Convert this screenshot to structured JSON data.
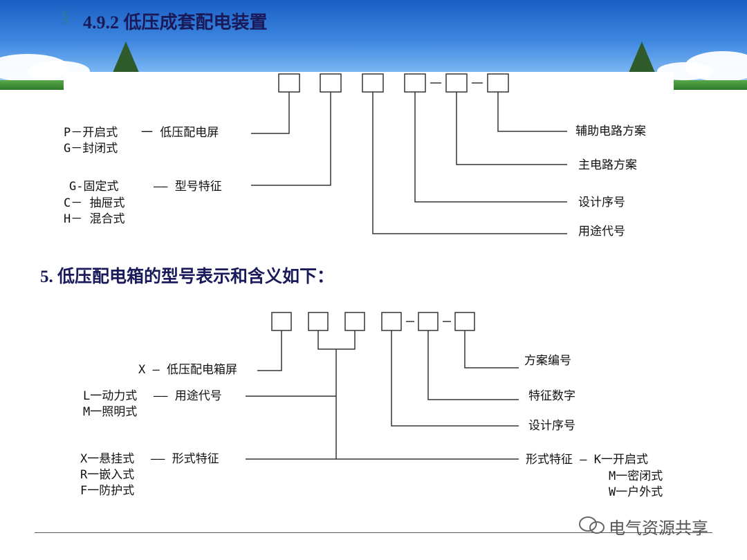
{
  "title": "4.9.2 低压成套配电装置",
  "bullet": "§",
  "diagram1": {
    "left_labels": {
      "type_p": "P－开启式",
      "dash1": "一 低压配电屏",
      "type_g": "G－封闭式",
      "g_fixed": "G-固定式",
      "dash2": "—— 型号特征",
      "c_drawer": "C－ 抽屉式",
      "h_mixed": "H－ 混合式"
    },
    "right_labels": {
      "aux": "辅助电路方案",
      "main": "主电路方案",
      "design": "设计序号",
      "usage": "用途代号"
    }
  },
  "heading2": "5. 低压配电箱的型号表示和含义如下：",
  "diagram2": {
    "left_labels": {
      "x_box": "X — 低压配电箱屏",
      "l_power": "L一动力式",
      "usage": "—— 用途代号",
      "m_light": "M一照明式",
      "x_hang": "X一悬挂式",
      "form": "—— 形式特征",
      "r_embed": "R一嵌入式",
      "f_protect": "F一防护式"
    },
    "right_labels": {
      "scheme": "方案编号",
      "feature_num": "特征数字",
      "design": "设计序号",
      "form": "形式特征 — K一开启式",
      "m_closed": "M一密闭式",
      "w_outdoor": "W一户外式"
    }
  },
  "watermark": "电气资源共享",
  "colors": {
    "title": "#1a1a5a",
    "line": "#333333",
    "banner": "#3d86e0"
  }
}
